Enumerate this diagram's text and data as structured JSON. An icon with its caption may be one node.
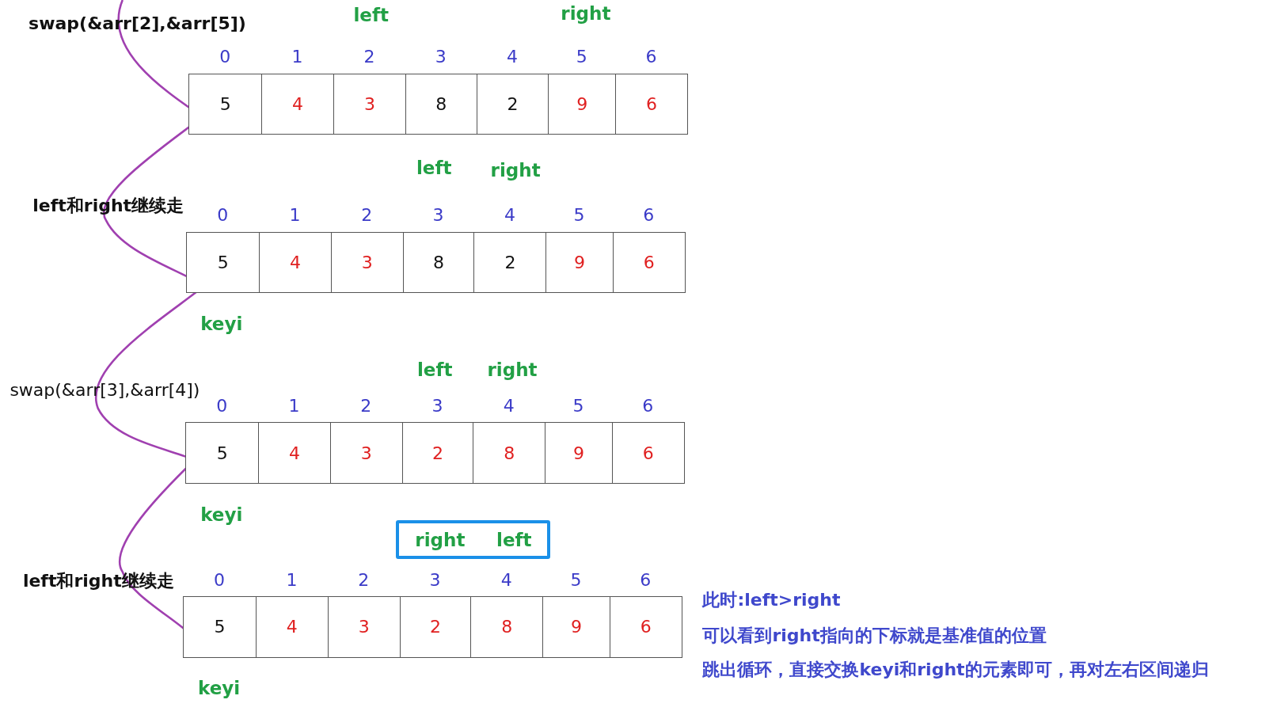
{
  "diagram": {
    "nodes": [
      {
        "text": [
          "right",
          "left"
        ]
      }
    ],
    "labels": [
      "swap(&arr[2],&arr[5])",
      "left",
      "right",
      "0",
      "1",
      "2",
      "3",
      "4",
      "5",
      "6",
      "5",
      "4",
      "3",
      "8",
      "2",
      "9",
      "6",
      "left",
      "right",
      "left和right继续走",
      "0",
      "1",
      "2",
      "3",
      "4",
      "5",
      "6",
      "5",
      "4",
      "3",
      "8",
      "2",
      "9",
      "6",
      "keyi",
      "left",
      "right",
      "swap(&arr[3],&arr[4])",
      "0",
      "1",
      "2",
      "3",
      "4",
      "5",
      "6",
      "5",
      "4",
      "3",
      "2",
      "8",
      "9",
      "6",
      "keyi",
      "left和right继续走",
      "0",
      "1",
      "2",
      "3",
      "4",
      "5",
      "6",
      "5",
      "4",
      "3",
      "2",
      "8",
      "9",
      "6",
      "此时:left>right",
      "可以看到right指向的下标就是基准值的位置",
      "跳出循环，直接交换keyi和right的元素即可，再对左右区间递归",
      "keyi"
    ]
  }
}
